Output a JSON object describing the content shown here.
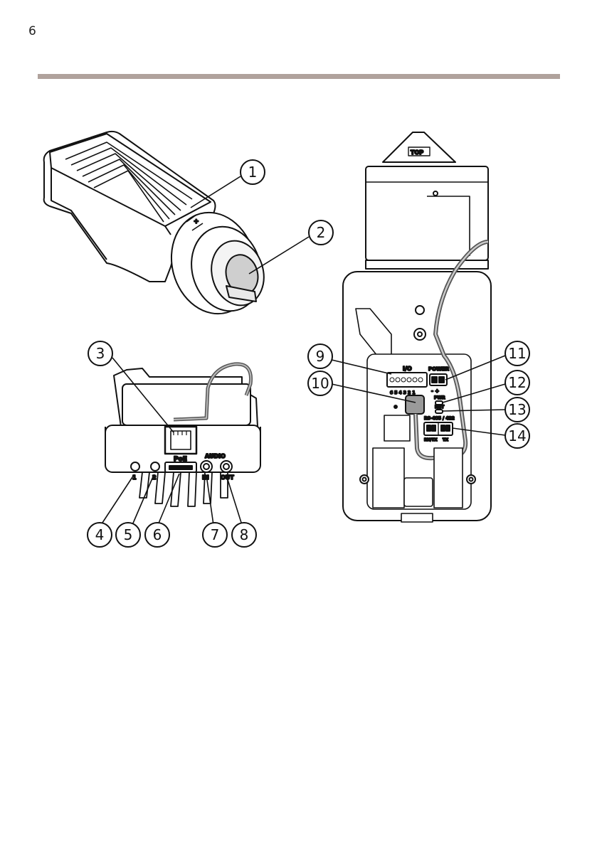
{
  "header": {
    "page_number": "6",
    "rule_color": "#b0a29c"
  },
  "diagram": {
    "camera_front": {
      "badge": "+"
    },
    "camera_rear": {
      "labels": {
        "poe": "PoE",
        "port_1": "1",
        "port_2": "2",
        "audio": "AUDIO",
        "audio_in": "IN",
        "audio_out": "OUT"
      }
    },
    "mounting_plate": {
      "labels": {
        "top": "TOP",
        "io": "I/O",
        "io_pins": "6 5 4 3 2 1",
        "power": "POWER",
        "power_pins": "-  +",
        "pwr": "PWR",
        "net": "NET",
        "rs485": "RS-485 / 422",
        "rx_tx": "RX/TX",
        "tx": "TX"
      }
    },
    "callouts": [
      {
        "number": "1"
      },
      {
        "number": "2"
      },
      {
        "number": "3"
      },
      {
        "number": "4"
      },
      {
        "number": "5"
      },
      {
        "number": "6"
      },
      {
        "number": "7"
      },
      {
        "number": "8"
      },
      {
        "number": "9"
      },
      {
        "number": "10"
      },
      {
        "number": "11"
      },
      {
        "number": "12"
      },
      {
        "number": "13"
      },
      {
        "number": "14"
      }
    ]
  }
}
